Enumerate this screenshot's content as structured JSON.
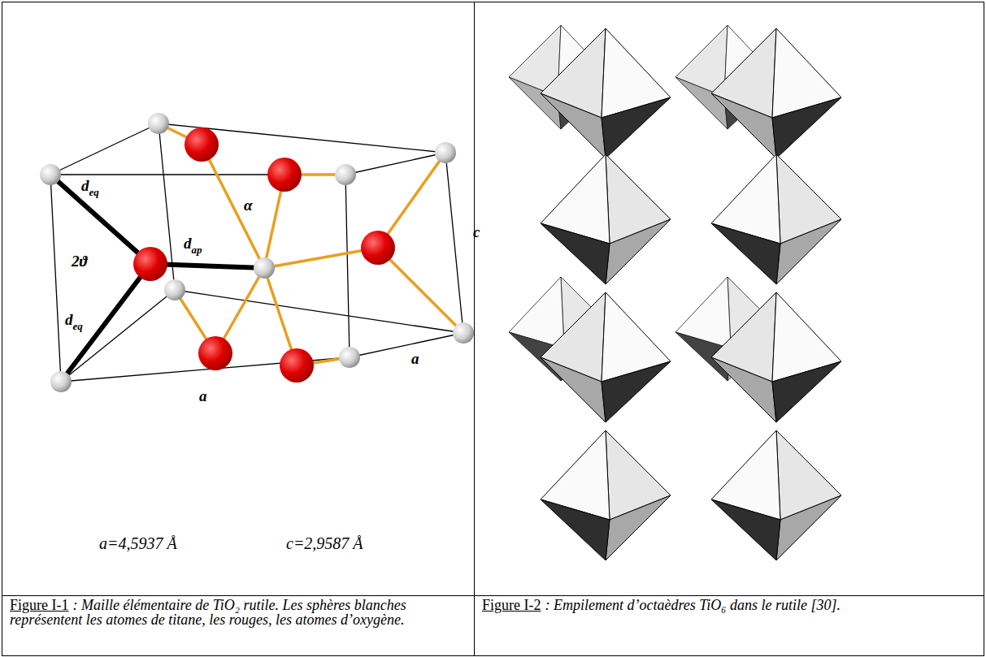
{
  "diagram": {
    "labels": [
      "d",
      "eq",
      "d",
      "ap",
      "d",
      "eq",
      "2ϑ",
      "α",
      "c",
      "a",
      "a",
      "a=4,5937 Å",
      "c=2,9587 Å",
      "Figure I-1",
      ": Maille élémentaire de TiO₂ rutile. Les sphères blanches représentent les atomes de titane, les rouges, les atomes d’oxygène.",
      "Figure I-2",
      ": Empilement d’octaèdres TiO₆ dans le rutile [30]."
    ]
  }
}
